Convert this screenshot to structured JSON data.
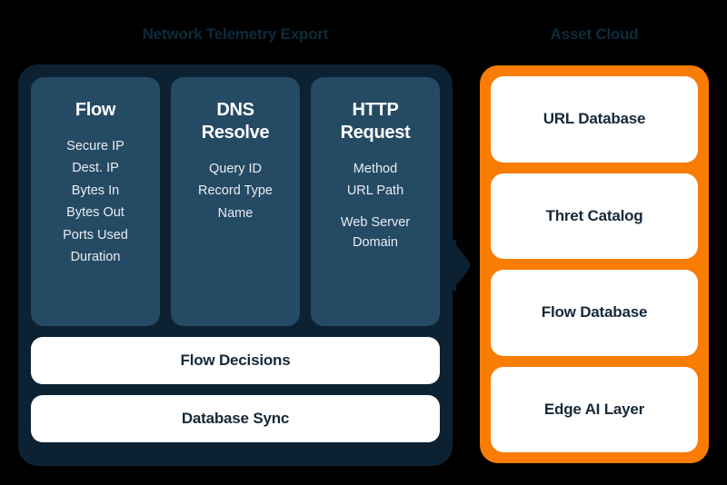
{
  "diagram": {
    "background_color": "#000000",
    "accent_orange": "#F97C05",
    "panel_dark_color": "#0C2233",
    "card_blue_color": "#254A64",
    "title_color": "#0F2B3D"
  },
  "left": {
    "title": "Network Telemetry Export",
    "columns": [
      {
        "heading": "Flow",
        "fields": [
          "Secure IP",
          "Dest. IP",
          "Bytes In",
          "Bytes Out",
          "Ports Used",
          "Duration"
        ]
      },
      {
        "heading": "DNS\nResolve",
        "fields": [
          "Query ID",
          "Record Type",
          "Name"
        ]
      },
      {
        "heading": "HTTP\nRequest",
        "fields": [
          "Method",
          "URL Path",
          "Web Server\nDomain"
        ]
      }
    ],
    "bars": [
      {
        "label": "Flow Decisions"
      },
      {
        "label": "Database Sync"
      }
    ]
  },
  "connector": {
    "icon": "arrow-right-icon",
    "color": "#0C2233",
    "direction": "right"
  },
  "right": {
    "title": "Asset Cloud",
    "items": [
      {
        "label": "URL Database"
      },
      {
        "label": "Thret Catalog"
      },
      {
        "label": "Flow Database"
      },
      {
        "label": "Edge AI Layer"
      }
    ]
  }
}
